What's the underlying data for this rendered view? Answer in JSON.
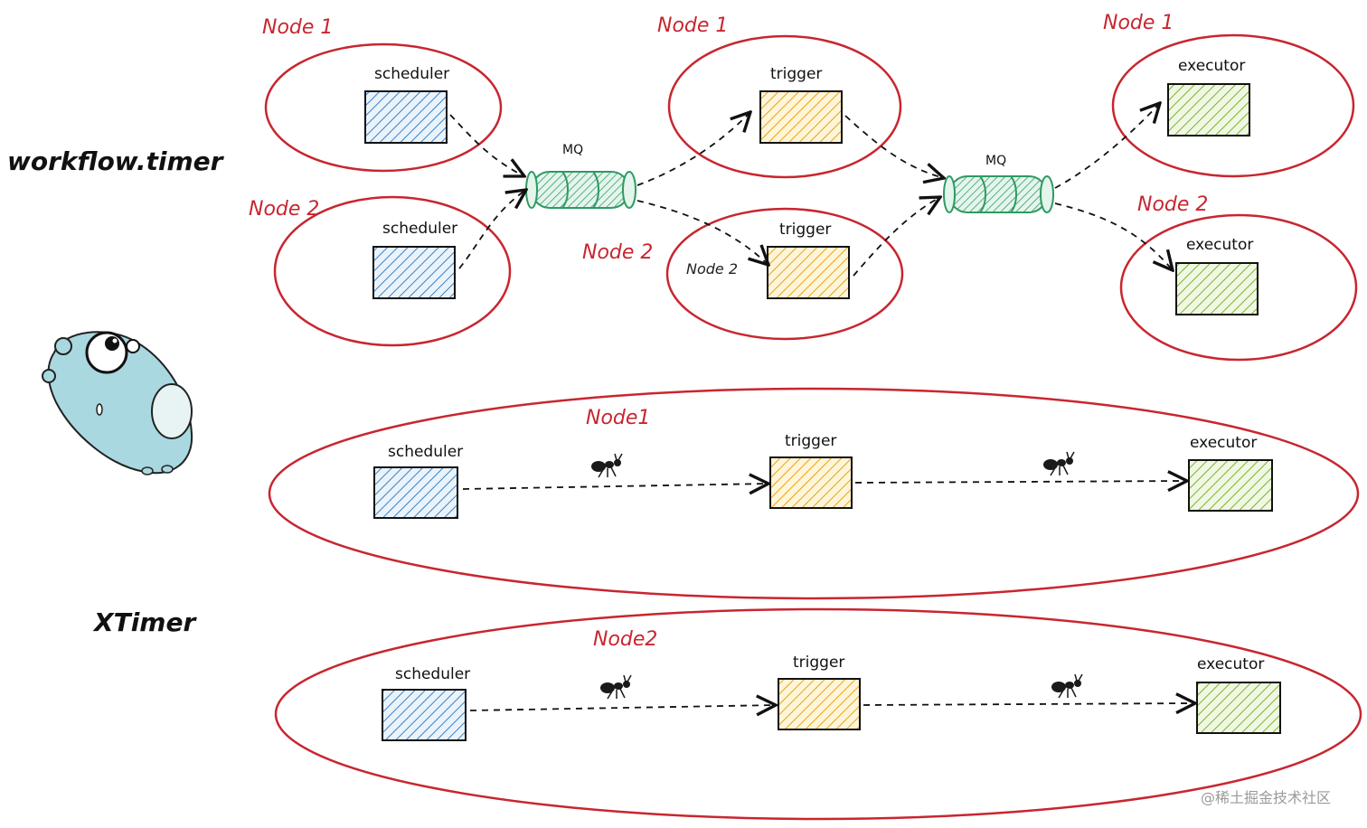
{
  "labels": {
    "workflow_timer": "workflow.timer",
    "xtimer": "XTimer",
    "node1": "Node 1",
    "node2": "Node 2",
    "node1_compact": "Node1",
    "node2_compact": "Node2",
    "scheduler": "scheduler",
    "trigger": "trigger",
    "executor": "executor",
    "mq": "MQ"
  },
  "colors": {
    "node_ring": "#c8262f",
    "scheduler": "#3b82c4",
    "trigger": "#e8a21a",
    "executor": "#7bb32e",
    "mq": "#2e9a62",
    "gopher": "#a9d8e0"
  },
  "icons": [
    "gopher-mascot",
    "ant-icon"
  ],
  "watermark": "@稀土掘金技术社区"
}
